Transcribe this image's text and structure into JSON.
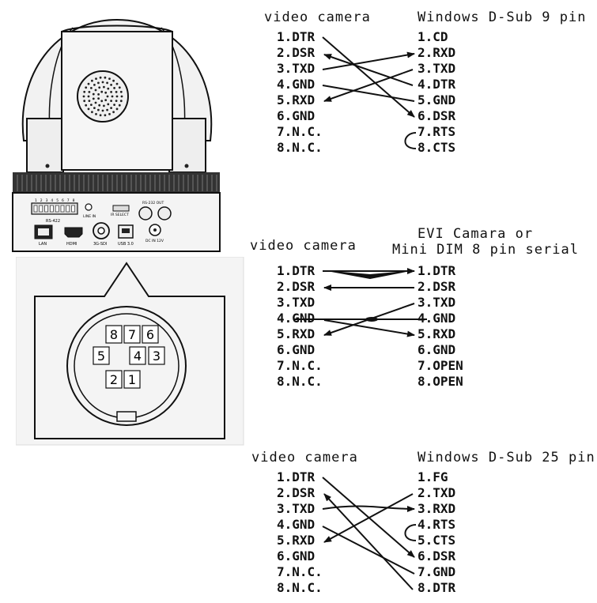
{
  "colors": {
    "ink": "#111111",
    "panel": "#f4f4f4",
    "body": "#e9e9e9",
    "dark": "#222222"
  },
  "diagram1": {
    "left_header": "video camera",
    "right_header": "Windows D-Sub 9 pin",
    "left_pins": [
      "1.DTR",
      "2.DSR",
      "3.TXD",
      "4.GND",
      "5.RXD",
      "6.GND",
      "7.N.C.",
      "8.N.C."
    ],
    "right_pins": [
      "1.CD",
      "2.RXD",
      "3.TXD",
      "4.DTR",
      "5.GND",
      "6.DSR",
      "7.RTS",
      "8.CTS"
    ]
  },
  "diagram2": {
    "left_header": "video camera",
    "right_header_line1": "EVI Camara or",
    "right_header_line2": "Mini DIM 8 pin serial",
    "left_pins": [
      "1.DTR",
      "2.DSR",
      "3.TXD",
      "4.GND",
      "5.RXD",
      "6.GND",
      "7.N.C.",
      "8.N.C."
    ],
    "right_pins": [
      "1.DTR",
      "2.DSR",
      "3.TXD",
      "4.GND",
      "5.RXD",
      "6.GND",
      "7.OPEN",
      "8.OPEN"
    ]
  },
  "diagram3": {
    "left_header": "video camera",
    "right_header": "Windows D-Sub 25 pin",
    "left_pins": [
      "1.DTR",
      "2.DSR",
      "3.TXD",
      "4.GND",
      "5.RXD",
      "6.GND",
      "7.N.C.",
      "8.N.C."
    ],
    "right_pins": [
      "1.FG",
      "2.TXD",
      "3.RXD",
      "4.RTS",
      "5.CTS",
      "6.DSR",
      "7.GND",
      "8.DTR"
    ]
  },
  "connector": {
    "pin_numbers": [
      "8",
      "7",
      "6",
      "5",
      "4",
      "3",
      "2",
      "1"
    ]
  },
  "camera": {
    "panel_labels": [
      "RS-422",
      "LAN",
      "HDMI",
      "3G-SDI",
      "USB 3.0",
      "DC IN 12V",
      "IR SELECT",
      "LINE IN",
      "RS-232 OUT"
    ],
    "dip_numbers": [
      "1",
      "2",
      "3",
      "4",
      "5",
      "6",
      "7",
      "8"
    ]
  }
}
